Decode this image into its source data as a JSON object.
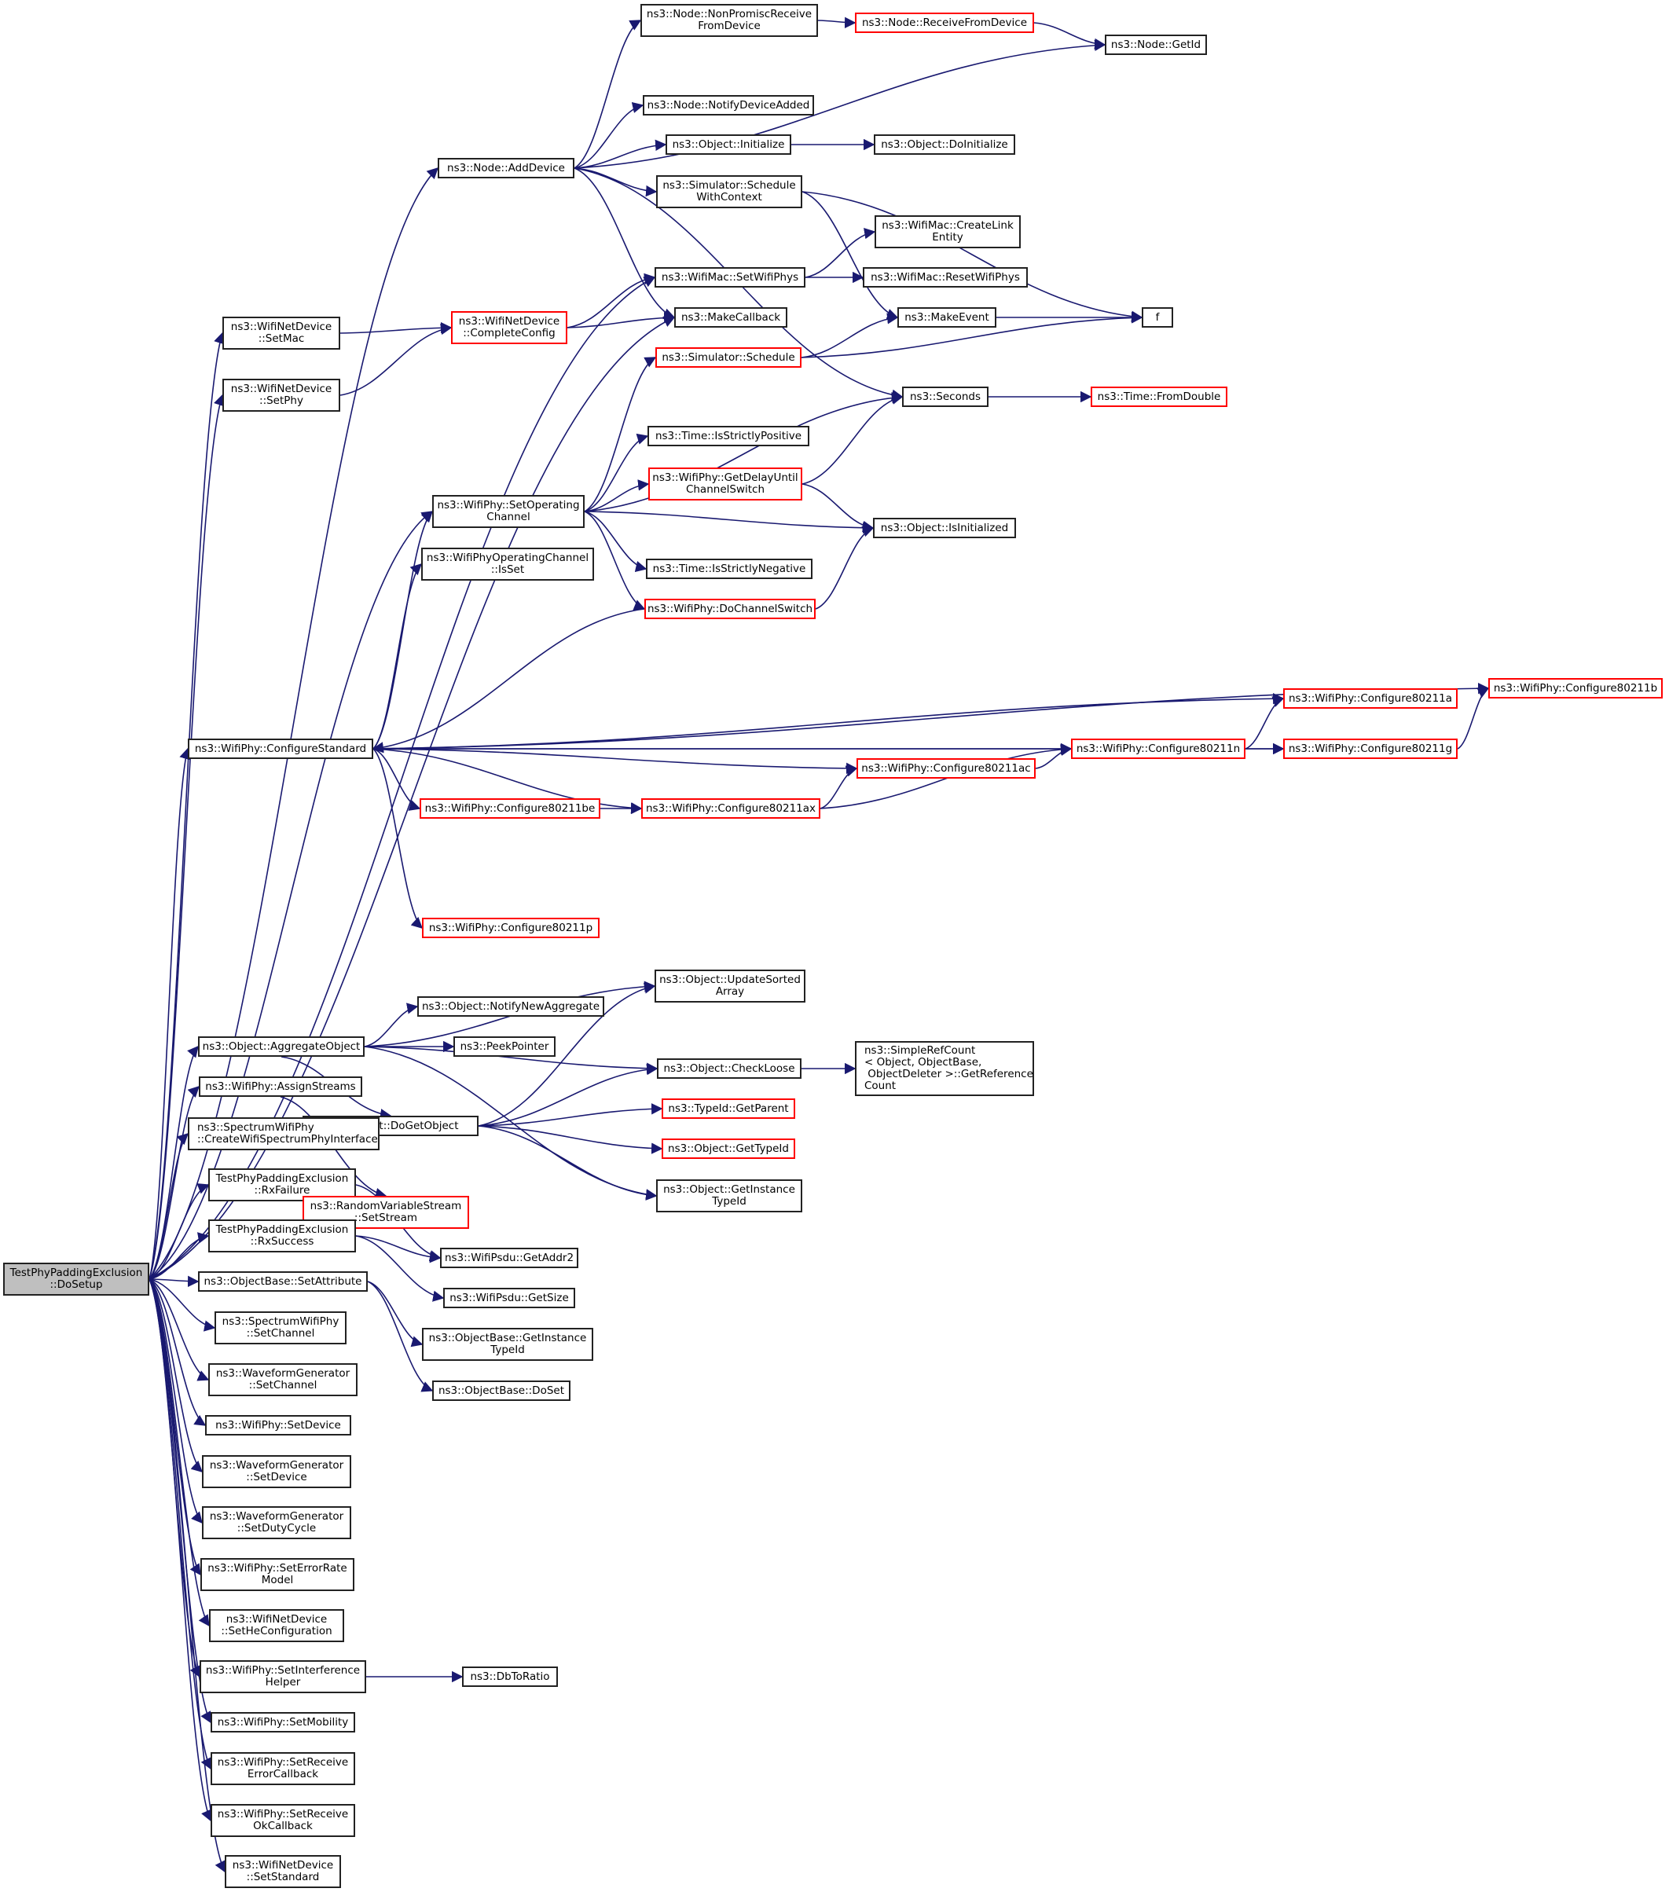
{
  "diagram": {
    "title": "Call graph of TestPhyPaddingExclusion::DoSetup",
    "colors": {
      "edge": "#191970",
      "node_border": "#222222",
      "node_border_undocumented": "#ff0000",
      "root_fill": "#bfbfbf"
    },
    "nodes": [
      {
        "id": "root",
        "label": "TestPhyPaddingExclusion\n::DoSetup",
        "style": "root"
      },
      {
        "id": "addDevice",
        "label": "ns3::Node::AddDevice",
        "style": "normal"
      },
      {
        "id": "nonPromisc",
        "label": "ns3::Node::NonPromiscReceive\nFromDevice",
        "style": "normal"
      },
      {
        "id": "receiveFromDevice",
        "label": "ns3::Node::ReceiveFromDevice",
        "style": "red"
      },
      {
        "id": "getId",
        "label": "ns3::Node::GetId",
        "style": "normal"
      },
      {
        "id": "notifyDeviceAdded",
        "label": "ns3::Node::NotifyDeviceAdded",
        "style": "normal"
      },
      {
        "id": "initialize",
        "label": "ns3::Object::Initialize",
        "style": "normal"
      },
      {
        "id": "doInitialize",
        "label": "ns3::Object::DoInitialize",
        "style": "normal"
      },
      {
        "id": "scheduleWithContext",
        "label": "ns3::Simulator::Schedule\nWithContext",
        "style": "normal"
      },
      {
        "id": "createLinkEntity",
        "label": "ns3::WifiMac::CreateLink\nEntity",
        "style": "normal"
      },
      {
        "id": "setWifiPhys",
        "label": "ns3::WifiMac::SetWifiPhys",
        "style": "normal"
      },
      {
        "id": "resetWifiPhys",
        "label": "ns3::WifiMac::ResetWifiPhys",
        "style": "normal"
      },
      {
        "id": "setMac",
        "label": "ns3::WifiNetDevice\n::SetMac",
        "style": "normal"
      },
      {
        "id": "completeConfig",
        "label": "ns3::WifiNetDevice\n::CompleteConfig",
        "style": "red"
      },
      {
        "id": "makeCallback",
        "label": "ns3::MakeCallback",
        "style": "normal"
      },
      {
        "id": "makeEvent",
        "label": "ns3::MakeEvent",
        "style": "normal"
      },
      {
        "id": "f",
        "label": "f",
        "style": "normal"
      },
      {
        "id": "setPhy",
        "label": "ns3::WifiNetDevice\n::SetPhy",
        "style": "normal"
      },
      {
        "id": "simSchedule",
        "label": "ns3::Simulator::Schedule",
        "style": "red"
      },
      {
        "id": "seconds",
        "label": "ns3::Seconds",
        "style": "normal"
      },
      {
        "id": "fromDouble",
        "label": "ns3::Time::FromDouble",
        "style": "red"
      },
      {
        "id": "isStrictlyPositive",
        "label": "ns3::Time::IsStrictlyPositive",
        "style": "normal"
      },
      {
        "id": "getDelayUntil",
        "label": "ns3::WifiPhy::GetDelayUntil\nChannelSwitch",
        "style": "red"
      },
      {
        "id": "setOperatingChannel",
        "label": "ns3::WifiPhy::SetOperating\nChannel",
        "style": "normal"
      },
      {
        "id": "isInitialized",
        "label": "ns3::Object::IsInitialized",
        "style": "normal"
      },
      {
        "id": "opChanIsSet",
        "label": "ns3::WifiPhyOperatingChannel\n::IsSet",
        "style": "normal"
      },
      {
        "id": "isStrictlyNegative",
        "label": "ns3::Time::IsStrictlyNegative",
        "style": "normal"
      },
      {
        "id": "doChannelSwitch",
        "label": "ns3::WifiPhy::DoChannelSwitch",
        "style": "red"
      },
      {
        "id": "cfg80211b",
        "label": "ns3::WifiPhy::Configure80211b",
        "style": "red"
      },
      {
        "id": "cfg80211a",
        "label": "ns3::WifiPhy::Configure80211a",
        "style": "red"
      },
      {
        "id": "configureStandard",
        "label": "ns3::WifiPhy::ConfigureStandard",
        "style": "normal"
      },
      {
        "id": "cfg80211n",
        "label": "ns3::WifiPhy::Configure80211n",
        "style": "red"
      },
      {
        "id": "cfg80211g",
        "label": "ns3::WifiPhy::Configure80211g",
        "style": "red"
      },
      {
        "id": "cfg80211ac",
        "label": "ns3::WifiPhy::Configure80211ac",
        "style": "red"
      },
      {
        "id": "cfg80211be",
        "label": "ns3::WifiPhy::Configure80211be",
        "style": "red"
      },
      {
        "id": "cfg80211ax",
        "label": "ns3::WifiPhy::Configure80211ax",
        "style": "red"
      },
      {
        "id": "cfg80211p",
        "label": "ns3::WifiPhy::Configure80211p",
        "style": "red"
      },
      {
        "id": "updateSortedArray",
        "label": "ns3::Object::UpdateSorted\nArray",
        "style": "normal"
      },
      {
        "id": "notifyNewAggregate",
        "label": "ns3::Object::NotifyNewAggregate",
        "style": "normal"
      },
      {
        "id": "aggregateObject",
        "label": "ns3::Object::AggregateObject",
        "style": "normal"
      },
      {
        "id": "peekPointer",
        "label": "ns3::PeekPointer",
        "style": "normal"
      },
      {
        "id": "checkLoose",
        "label": "ns3::Object::CheckLoose",
        "style": "normal"
      },
      {
        "id": "getReferenceCount",
        "label": "ns3::SimpleRefCount\n< Object, ObjectBase,\n ObjectDeleter >::GetReference\nCount",
        "style": "normal"
      },
      {
        "id": "assignStreams",
        "label": "ns3::WifiPhy::AssignStreams",
        "style": "normal"
      },
      {
        "id": "doGetObject",
        "label": "ns3::Object::DoGetObject",
        "style": "normal"
      },
      {
        "id": "getParent",
        "label": "ns3::TypeId::GetParent",
        "style": "red"
      },
      {
        "id": "createWifiSpectrum",
        "label": "ns3::SpectrumWifiPhy\n::CreateWifiSpectrumPhyInterface",
        "style": "normal"
      },
      {
        "id": "getTypeId",
        "label": "ns3::Object::GetTypeId",
        "style": "red"
      },
      {
        "id": "rxFailure",
        "label": "TestPhyPaddingExclusion\n::RxFailure",
        "style": "normal"
      },
      {
        "id": "getInstanceTypeId",
        "label": "ns3::Object::GetInstance\nTypeId",
        "style": "normal"
      },
      {
        "id": "setStream",
        "label": "ns3::RandomVariableStream\n::SetStream",
        "style": "red"
      },
      {
        "id": "rxSuccess",
        "label": "TestPhyPaddingExclusion\n::RxSuccess",
        "style": "normal"
      },
      {
        "id": "getAddr2",
        "label": "ns3::WifiPsdu::GetAddr2",
        "style": "normal"
      },
      {
        "id": "setAttribute",
        "label": "ns3::ObjectBase::SetAttribute",
        "style": "normal"
      },
      {
        "id": "getSize",
        "label": "ns3::WifiPsdu::GetSize",
        "style": "normal"
      },
      {
        "id": "swpSetChannel",
        "label": "ns3::SpectrumWifiPhy\n::SetChannel",
        "style": "normal"
      },
      {
        "id": "obGetInstanceTypeId",
        "label": "ns3::ObjectBase::GetInstance\nTypeId",
        "style": "normal"
      },
      {
        "id": "wgSetChannel",
        "label": "ns3::WaveformGenerator\n::SetChannel",
        "style": "normal"
      },
      {
        "id": "doSet",
        "label": "ns3::ObjectBase::DoSet",
        "style": "normal"
      },
      {
        "id": "wpSetDevice",
        "label": "ns3::WifiPhy::SetDevice",
        "style": "normal"
      },
      {
        "id": "wgSetDevice",
        "label": "ns3::WaveformGenerator\n::SetDevice",
        "style": "normal"
      },
      {
        "id": "wgSetDutyCycle",
        "label": "ns3::WaveformGenerator\n::SetDutyCycle",
        "style": "normal"
      },
      {
        "id": "setErrorRateModel",
        "label": "ns3::WifiPhy::SetErrorRate\nModel",
        "style": "normal"
      },
      {
        "id": "setHeConfiguration",
        "label": "ns3::WifiNetDevice\n::SetHeConfiguration",
        "style": "normal"
      },
      {
        "id": "setInterferenceHelper",
        "label": "ns3::WifiPhy::SetInterference\nHelper",
        "style": "normal"
      },
      {
        "id": "dbToRatio",
        "label": "ns3::DbToRatio",
        "style": "normal"
      },
      {
        "id": "setMobility",
        "label": "ns3::WifiPhy::SetMobility",
        "style": "normal"
      },
      {
        "id": "setReceiveErrorCallback",
        "label": "ns3::WifiPhy::SetReceive\nErrorCallback",
        "style": "normal"
      },
      {
        "id": "setReceiveOkCallback",
        "label": "ns3::WifiPhy::SetReceive\nOkCallback",
        "style": "normal"
      },
      {
        "id": "setStandard",
        "label": "ns3::WifiNetDevice\n::SetStandard",
        "style": "normal"
      }
    ],
    "edges": [
      [
        "root",
        "addDevice"
      ],
      [
        "root",
        "setWifiPhys"
      ],
      [
        "root",
        "setMac"
      ],
      [
        "root",
        "setPhy"
      ],
      [
        "root",
        "makeCallback"
      ],
      [
        "root",
        "setOperatingChannel"
      ],
      [
        "root",
        "configureStandard"
      ],
      [
        "root",
        "aggregateObject"
      ],
      [
        "root",
        "assignStreams"
      ],
      [
        "root",
        "createWifiSpectrum"
      ],
      [
        "root",
        "rxFailure"
      ],
      [
        "root",
        "rxSuccess"
      ],
      [
        "root",
        "setAttribute"
      ],
      [
        "root",
        "swpSetChannel"
      ],
      [
        "root",
        "wgSetChannel"
      ],
      [
        "root",
        "wpSetDevice"
      ],
      [
        "root",
        "wgSetDevice"
      ],
      [
        "root",
        "wgSetDutyCycle"
      ],
      [
        "root",
        "setErrorRateModel"
      ],
      [
        "root",
        "setHeConfiguration"
      ],
      [
        "root",
        "setInterferenceHelper"
      ],
      [
        "root",
        "setMobility"
      ],
      [
        "root",
        "setReceiveErrorCallback"
      ],
      [
        "root",
        "setReceiveOkCallback"
      ],
      [
        "root",
        "setStandard"
      ],
      [
        "addDevice",
        "nonPromisc"
      ],
      [
        "addDevice",
        "getId"
      ],
      [
        "addDevice",
        "notifyDeviceAdded"
      ],
      [
        "addDevice",
        "initialize"
      ],
      [
        "addDevice",
        "scheduleWithContext"
      ],
      [
        "addDevice",
        "makeCallback"
      ],
      [
        "addDevice",
        "seconds"
      ],
      [
        "nonPromisc",
        "receiveFromDevice"
      ],
      [
        "receiveFromDevice",
        "getId"
      ],
      [
        "initialize",
        "doInitialize"
      ],
      [
        "scheduleWithContext",
        "f"
      ],
      [
        "scheduleWithContext",
        "makeEvent"
      ],
      [
        "setWifiPhys",
        "createLinkEntity"
      ],
      [
        "setWifiPhys",
        "resetWifiPhys"
      ],
      [
        "setMac",
        "completeConfig"
      ],
      [
        "setPhy",
        "completeConfig"
      ],
      [
        "completeConfig",
        "setWifiPhys"
      ],
      [
        "completeConfig",
        "makeCallback"
      ],
      [
        "makeEvent",
        "f"
      ],
      [
        "simSchedule",
        "makeEvent"
      ],
      [
        "simSchedule",
        "f"
      ],
      [
        "seconds",
        "fromDouble"
      ],
      [
        "setOperatingChannel",
        "simSchedule"
      ],
      [
        "setOperatingChannel",
        "seconds"
      ],
      [
        "setOperatingChannel",
        "isStrictlyPositive"
      ],
      [
        "setOperatingChannel",
        "getDelayUntil"
      ],
      [
        "setOperatingChannel",
        "isInitialized"
      ],
      [
        "setOperatingChannel",
        "isStrictlyNegative"
      ],
      [
        "setOperatingChannel",
        "doChannelSwitch"
      ],
      [
        "getDelayUntil",
        "seconds"
      ],
      [
        "getDelayUntil",
        "isInitialized"
      ],
      [
        "doChannelSwitch",
        "isInitialized"
      ],
      [
        "doChannelSwitch",
        "configureStandard"
      ],
      [
        "configureStandard",
        "setOperatingChannel"
      ],
      [
        "configureStandard",
        "opChanIsSet"
      ],
      [
        "configureStandard",
        "cfg80211b"
      ],
      [
        "configureStandard",
        "cfg80211a"
      ],
      [
        "configureStandard",
        "cfg80211n"
      ],
      [
        "configureStandard",
        "cfg80211ac"
      ],
      [
        "configureStandard",
        "cfg80211be"
      ],
      [
        "configureStandard",
        "cfg80211ax"
      ],
      [
        "configureStandard",
        "cfg80211g"
      ],
      [
        "configureStandard",
        "cfg80211p"
      ],
      [
        "cfg80211be",
        "cfg80211ax"
      ],
      [
        "cfg80211ax",
        "cfg80211ac"
      ],
      [
        "cfg80211ax",
        "cfg80211n"
      ],
      [
        "cfg80211ac",
        "cfg80211n"
      ],
      [
        "cfg80211n",
        "cfg80211a"
      ],
      [
        "cfg80211n",
        "cfg80211g"
      ],
      [
        "cfg80211g",
        "cfg80211b"
      ],
      [
        "aggregateObject",
        "updateSortedArray"
      ],
      [
        "aggregateObject",
        "notifyNewAggregate"
      ],
      [
        "aggregateObject",
        "peekPointer"
      ],
      [
        "aggregateObject",
        "checkLoose"
      ],
      [
        "aggregateObject",
        "doGetObject"
      ],
      [
        "aggregateObject",
        "getInstanceTypeId"
      ],
      [
        "checkLoose",
        "getReferenceCount"
      ],
      [
        "doGetObject",
        "updateSortedArray"
      ],
      [
        "doGetObject",
        "checkLoose"
      ],
      [
        "doGetObject",
        "getParent"
      ],
      [
        "doGetObject",
        "getTypeId"
      ],
      [
        "doGetObject",
        "getInstanceTypeId"
      ],
      [
        "assignStreams",
        "setStream"
      ],
      [
        "rxFailure",
        "getAddr2"
      ],
      [
        "rxSuccess",
        "getAddr2"
      ],
      [
        "rxSuccess",
        "getSize"
      ],
      [
        "setAttribute",
        "obGetInstanceTypeId"
      ],
      [
        "setAttribute",
        "doSet"
      ],
      [
        "setInterferenceHelper",
        "dbToRatio"
      ]
    ]
  }
}
